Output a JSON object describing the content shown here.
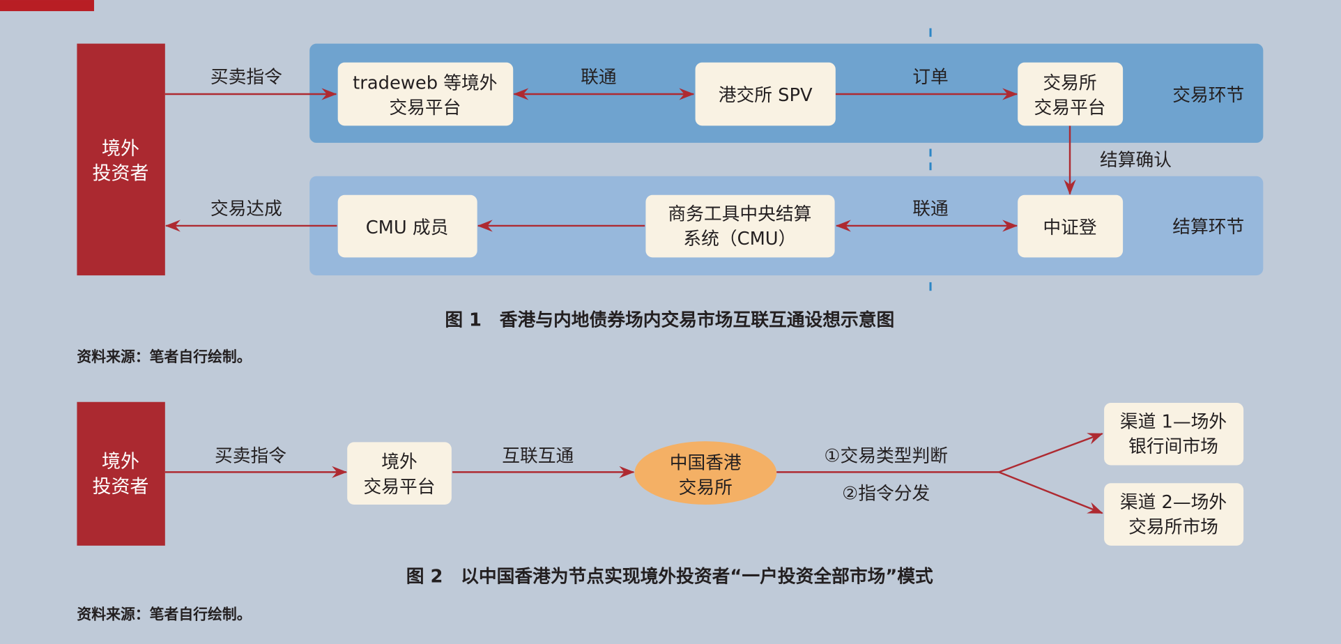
{
  "colors": {
    "background": "#bfcad8",
    "investor_red": "#ab2930",
    "arrow_red": "#ae2a31",
    "trading_band": "#6fa3cf",
    "settlement_band": "#97b8dc",
    "node_fill": "#f9f2e3",
    "exchange_oval": "#f4b065",
    "divider_blue": "#2d86c5"
  },
  "figure1": {
    "investor": {
      "line1": "境外",
      "line2": "投资者"
    },
    "trading_band_label": "交易环节",
    "settlement_band_label": "结算环节",
    "nodes": {
      "offshore_platform": {
        "line1": "tradeweb 等境外",
        "line2": "交易平台"
      },
      "hkex_spv": {
        "line1": "港交所 SPV"
      },
      "exchange_platform": {
        "line1": "交易所",
        "line2": "交易平台"
      },
      "cmu_member": {
        "line1": "CMU 成员"
      },
      "cmu_system": {
        "line1": "商务工具中央结算",
        "line2": "系统（CMU）"
      },
      "csdc": {
        "line1": "中证登"
      }
    },
    "edges": {
      "buy_sell_instruction": "买卖指令",
      "connect_top": "联通",
      "order": "订单",
      "settlement_confirm": "结算确认",
      "connect_bottom": "联通",
      "trade_concluded": "交易达成"
    },
    "caption": "图 1　香港与内地债券场内交易市场互联互通设想示意图",
    "source": "资料来源：笔者自行绘制。"
  },
  "figure2": {
    "investor": {
      "line1": "境外",
      "line2": "投资者"
    },
    "nodes": {
      "offshore_platform": {
        "line1": "境外",
        "line2": "交易平台"
      },
      "hk_exchange": {
        "line1": "中国香港",
        "line2": "交易所"
      },
      "channel1": {
        "line1": "渠道 1—场外",
        "line2": "银行间市场"
      },
      "channel2": {
        "line1": "渠道 2—场外",
        "line2": "交易所市场"
      }
    },
    "edges": {
      "buy_sell_instruction": "买卖指令",
      "interconnect": "互联互通",
      "step1": "①交易类型判断",
      "step2": "②指令分发"
    },
    "caption": "图 2　以中国香港为节点实现境外投资者“一户投资全部市场”模式",
    "source": "资料来源：笔者自行绘制。"
  }
}
